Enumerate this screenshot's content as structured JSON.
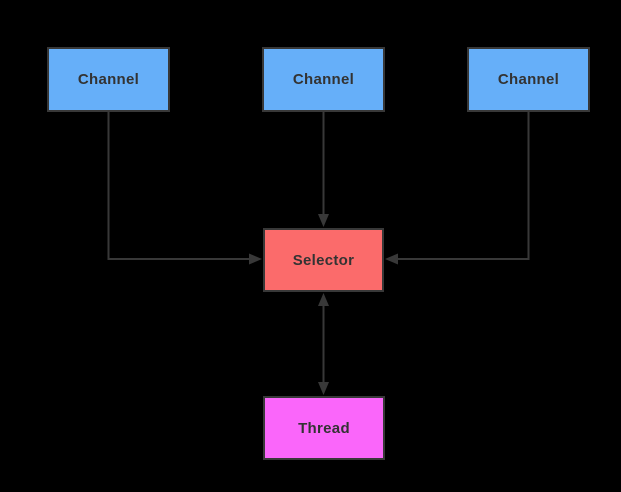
{
  "diagram": {
    "type": "flow-diagram",
    "background_color": "#000000",
    "edge_color": "#383838",
    "label_color": "#333333",
    "nodes": [
      {
        "id": "channel-1",
        "label": "Channel",
        "fill": "#66AFF9"
      },
      {
        "id": "channel-2",
        "label": "Channel",
        "fill": "#66AFF9"
      },
      {
        "id": "channel-3",
        "label": "Channel",
        "fill": "#66AFF9"
      },
      {
        "id": "selector",
        "label": "Selector",
        "fill": "#FB6B6B"
      },
      {
        "id": "thread",
        "label": "Thread",
        "fill": "#FA66FA"
      }
    ],
    "edges": [
      {
        "from": "channel-1",
        "to": "selector",
        "arrow": "single",
        "route": "down-then-right"
      },
      {
        "from": "channel-2",
        "to": "selector",
        "arrow": "single",
        "route": "straight-down"
      },
      {
        "from": "channel-3",
        "to": "selector",
        "arrow": "single",
        "route": "down-then-left"
      },
      {
        "from": "selector",
        "to": "thread",
        "arrow": "double",
        "route": "straight-down"
      }
    ]
  }
}
